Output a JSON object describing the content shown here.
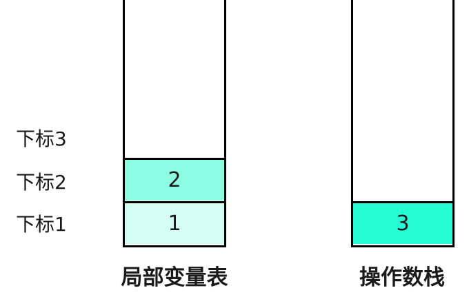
{
  "row_labels": [
    "下标3",
    "下标2",
    "下标1"
  ],
  "local_variable_table": {
    "title": "局部变量表",
    "slots": [
      {
        "value": "2",
        "color": "#8cfde3"
      },
      {
        "value": "1",
        "color": "#d5fdf4"
      }
    ]
  },
  "operand_stack": {
    "title": "操作数栈",
    "slots": [
      {
        "value": "3",
        "color": "#26fdd7"
      }
    ]
  }
}
